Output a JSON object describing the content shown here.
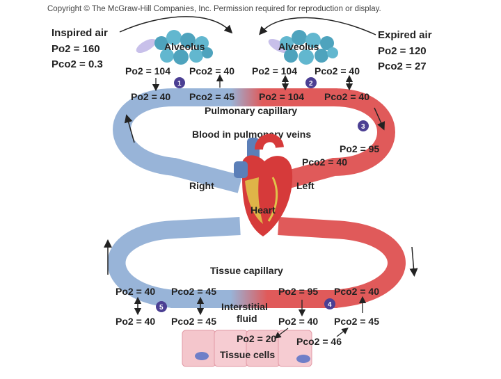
{
  "copyright": "Copyright © The McGraw-Hill Companies, Inc. Permission required for reproduction or display.",
  "inspired": {
    "title": "Inspired air",
    "po2": "Po2 = 160",
    "pco2": "Pco2 = 0.3"
  },
  "expired": {
    "title": "Expired air",
    "po2": "Po2 = 120",
    "pco2": "Pco2 = 27"
  },
  "alveolus_left": {
    "label": "Alveolus",
    "po2": "Po2 = 104",
    "pco2": "Pco2 = 40"
  },
  "alveolus_right": {
    "label": "Alveolus",
    "po2": "Po2 = 104",
    "pco2": "Pco2 = 40"
  },
  "pulmonary": {
    "label": "Pulmonary capillary",
    "left_po2": "Po2 = 40",
    "left_pco2": "Pco2 = 45",
    "right_po2": "Po2 = 104",
    "right_pco2": "Pco2 = 40"
  },
  "pulmonary_veins": {
    "label": "Blood in pulmonary veins",
    "po2": "Po2 = 95",
    "pco2": "Pco2 = 40"
  },
  "heart": {
    "label": "Heart",
    "right": "Right",
    "left": "Left"
  },
  "tissue_capillary": {
    "label": "Tissue capillary",
    "left_po2": "Po2 = 40",
    "left_pco2": "Pco2 = 45",
    "right_po2": "Po2 = 95",
    "right_pco2": "Pco2 = 40"
  },
  "interstitial": {
    "label_line1": "Interstitial",
    "label_line2": "fluid",
    "left_po2": "Po2 = 40",
    "left_pco2": "Pco2 = 45",
    "right_po2": "Po2 = 40",
    "right_pco2": "Pco2 = 45"
  },
  "tissue_cells": {
    "label": "Tissue cells",
    "po2": "Po2 = 20",
    "pco2": "Pco2 = 46"
  },
  "steps": [
    "1",
    "2",
    "3",
    "4",
    "5"
  ],
  "colors": {
    "deoxygenated": "#98b4d8",
    "oxygenated": "#e05a5a",
    "badge": "#4b3f93"
  }
}
